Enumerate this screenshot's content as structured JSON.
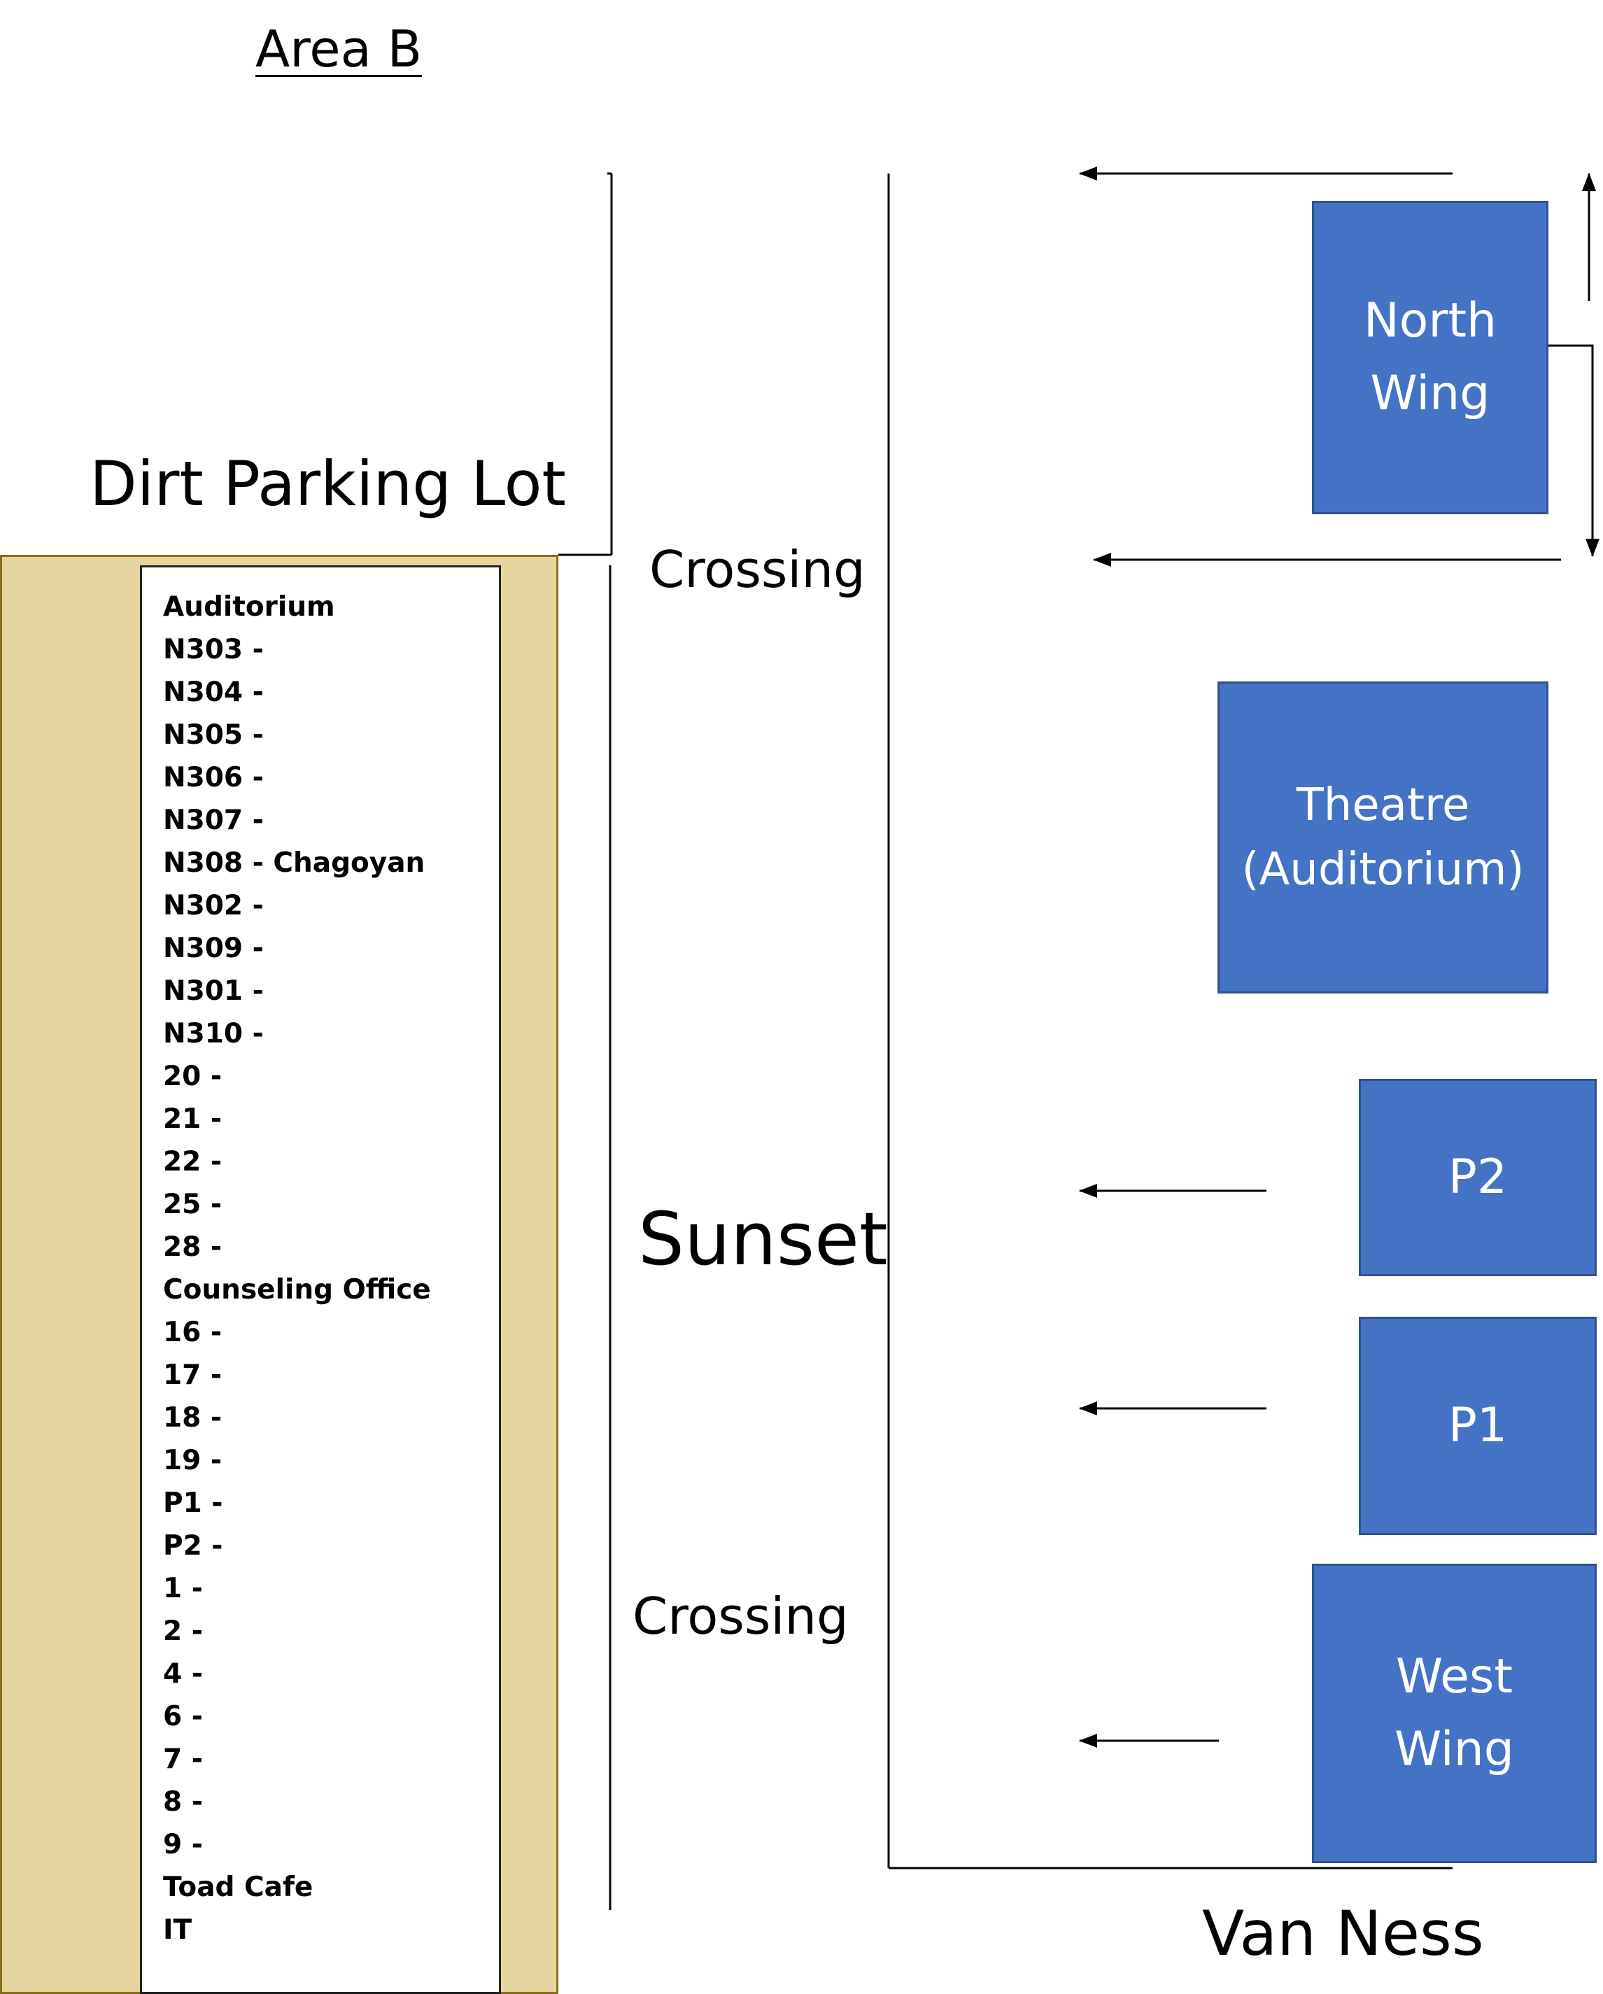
{
  "title": "Area B",
  "labels": {
    "dirt_parking_lot": "Dirt Parking Lot",
    "crossing_top": "Crossing",
    "sunset": "Sunset",
    "crossing_bottom": "Crossing",
    "van_ness": "Van Ness"
  },
  "room_list": [
    "Auditorium",
    "N303 -",
    "N304 -",
    "N305 -",
    "N306 -",
    "N307 -",
    "N308 - Chagoyan",
    "N302 -",
    "N309 -",
    "N301 -",
    "N310 -",
    "20 -",
    "21 -",
    "22 -",
    "25 -",
    "28 -",
    "Counseling Office",
    "16 -",
    "17 -",
    "18 -",
    "19 -",
    "P1 -",
    "P2 -",
    "1 -",
    "2 -",
    "4 -",
    "6 -",
    "7 -",
    "8 -",
    "9 -",
    "Toad Cafe",
    "IT"
  ],
  "buildings": {
    "north_wing": [
      "North",
      "Wing"
    ],
    "theatre": [
      "Theatre",
      "(Auditorium)"
    ],
    "p2": [
      "P2"
    ],
    "p1": [
      "P1"
    ],
    "west_wing": [
      "West",
      "Wing"
    ]
  },
  "colors": {
    "building_fill": "#4472c4",
    "building_border": "#2f528f",
    "parking_fill": "#e6d49f",
    "parking_border": "#8c6d12"
  }
}
